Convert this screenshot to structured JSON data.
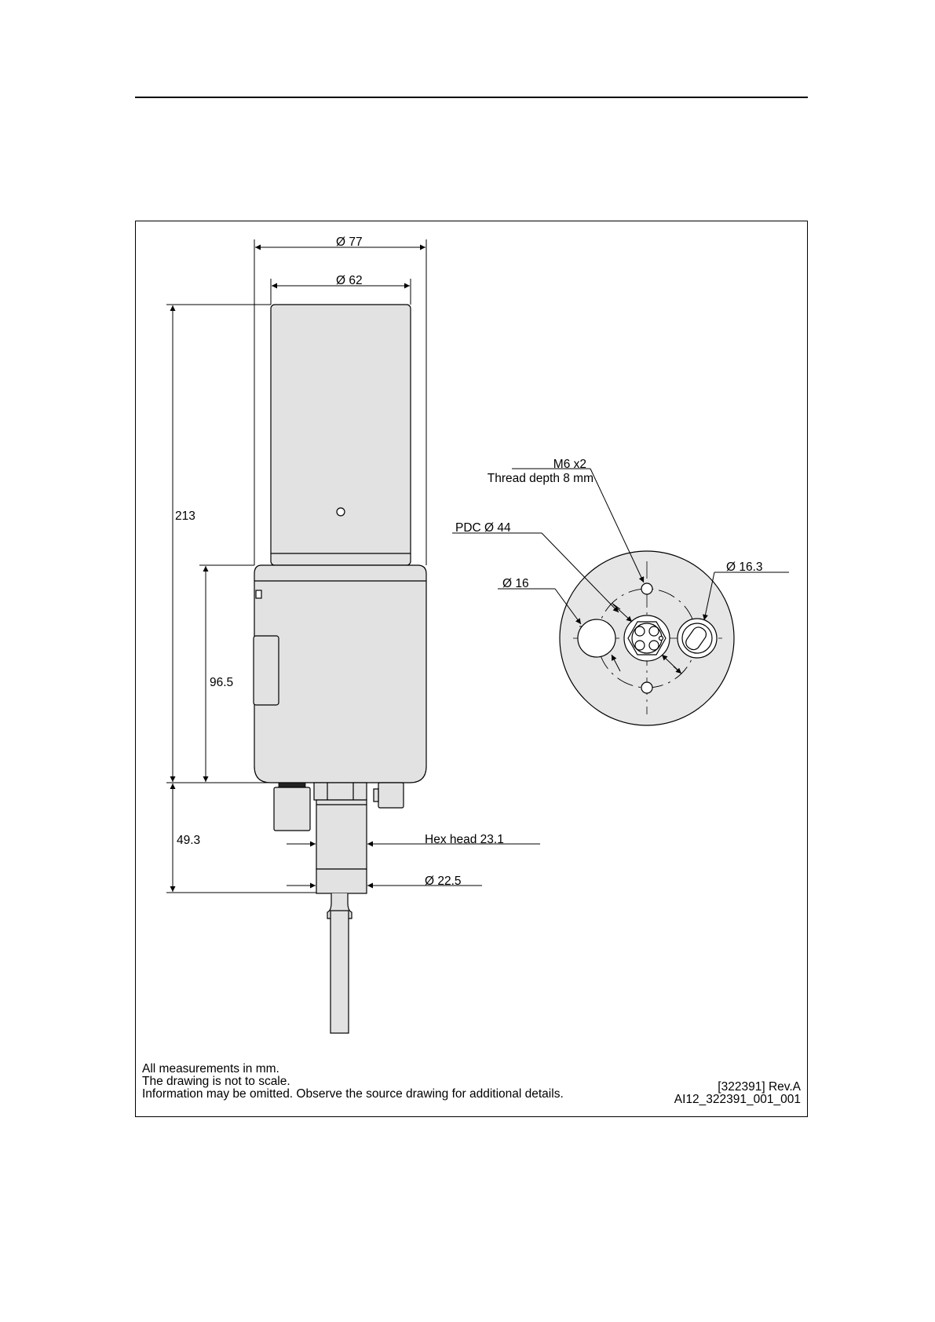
{
  "dimensions": {
    "dia_77": "Ø 77",
    "dia_62": "Ø 62",
    "height_213": "213",
    "height_96_5": "96.5",
    "height_49_3": "49.3",
    "hex_head": "Hex head 23.1",
    "dia_22_5": "Ø 22.5",
    "m6": "M6 x2",
    "thread_depth": "Thread depth 8 mm",
    "pdc": "PDC Ø 44",
    "dia_16": "Ø 16",
    "dia_16_3": "Ø 16.3"
  },
  "notes": [
    "All measurements in mm.",
    "The drawing is not to scale.",
    "Information may be omitted. Observe the source drawing for additional details."
  ],
  "reference": {
    "revision": "[322391] Rev.A",
    "drawing_id": "AI12_322391_001_001"
  },
  "colors": {
    "body_fill": "#e2e2e2",
    "flange_fill": "#e6e6e6",
    "line": "#000000"
  }
}
